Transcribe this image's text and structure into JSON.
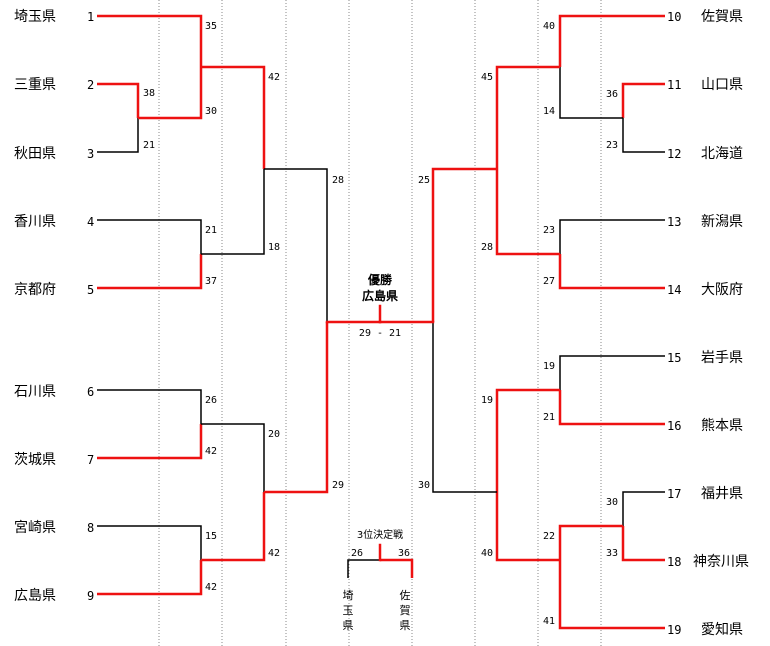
{
  "colors": {
    "win": "#ee1111",
    "lose": "#000000",
    "grid": "#888888"
  },
  "left_teams": [
    {
      "seed": "1",
      "name": "埼玉県"
    },
    {
      "seed": "2",
      "name": "三重県"
    },
    {
      "seed": "3",
      "name": "秋田県"
    },
    {
      "seed": "4",
      "name": "香川県"
    },
    {
      "seed": "5",
      "name": "京都府"
    },
    {
      "seed": "6",
      "name": "石川県"
    },
    {
      "seed": "7",
      "name": "茨城県"
    },
    {
      "seed": "8",
      "name": "宮崎県"
    },
    {
      "seed": "9",
      "name": "広島県"
    }
  ],
  "right_teams": [
    {
      "seed": "10",
      "name": "佐賀県"
    },
    {
      "seed": "11",
      "name": "山口県"
    },
    {
      "seed": "12",
      "name": "北海道"
    },
    {
      "seed": "13",
      "name": "新潟県"
    },
    {
      "seed": "14",
      "name": "大阪府"
    },
    {
      "seed": "15",
      "name": "岩手県"
    },
    {
      "seed": "16",
      "name": "熊本県"
    },
    {
      "seed": "17",
      "name": "福井県"
    },
    {
      "seed": "18",
      "name": "神奈川県"
    },
    {
      "seed": "19",
      "name": "愛知県"
    }
  ],
  "scores": {
    "l_r1_2v3": [
      "38",
      "21"
    ],
    "l_r2_1v23": [
      "35",
      "30"
    ],
    "l_r2_4v5": [
      "21",
      "37"
    ],
    "l_r2_6v7": [
      "26",
      "42"
    ],
    "l_r2_8v9": [
      "15",
      "42"
    ],
    "l_qf_top": [
      "42",
      "18"
    ],
    "l_qf_bot": [
      "20",
      "42"
    ],
    "l_sf": [
      "28",
      "29"
    ],
    "r_r1_11v12": [
      "36",
      "23"
    ],
    "r_r1_17v18": [
      "30",
      "33"
    ],
    "r_r2_10v1112": [
      "40",
      "14"
    ],
    "r_r2_13v14": [
      "23",
      "27"
    ],
    "r_r2_15v16": [
      "19",
      "21"
    ],
    "r_r2_1718v19": [
      "22",
      "41"
    ],
    "r_qf_top": [
      "45",
      "28"
    ],
    "r_qf_bot": [
      "19",
      "40"
    ],
    "r_sf": [
      "25",
      "30"
    ]
  },
  "final": {
    "title": "優勝",
    "winner": "広島県",
    "score": "29 - 21"
  },
  "third_place": {
    "title": "3位決定戦",
    "left_score": "26",
    "right_score": "36",
    "left_team_chars": [
      "埼",
      "玉",
      "県"
    ],
    "right_team_chars": [
      "佐",
      "賀",
      "県"
    ]
  }
}
